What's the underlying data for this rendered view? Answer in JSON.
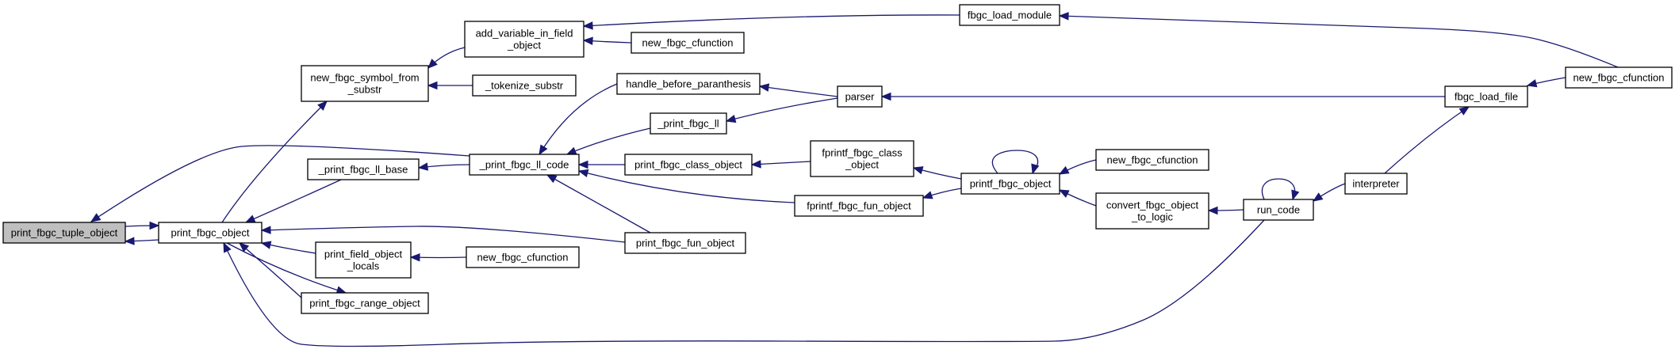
{
  "graph": {
    "edge_color": "#191970",
    "node_fill": "#ffffff",
    "highlight_fill": "#bfbfbf",
    "nodes": [
      {
        "id": "n_tuple",
        "lines": [
          "print_fbgc_tuple_object"
        ],
        "highlight": true
      },
      {
        "id": "n_print_obj",
        "lines": [
          "print_fbgc_object"
        ]
      },
      {
        "id": "n_new_sym",
        "lines": [
          "new_fbgc_symbol_from",
          "_substr"
        ]
      },
      {
        "id": "n_ll_base",
        "lines": [
          "_print_fbgc_ll_base"
        ]
      },
      {
        "id": "n_field_locals",
        "lines": [
          "print_field_object",
          "_locals"
        ]
      },
      {
        "id": "n_range",
        "lines": [
          "print_fbgc_range_object"
        ]
      },
      {
        "id": "n_add_var",
        "lines": [
          "add_variable_in_field",
          "_object"
        ]
      },
      {
        "id": "n_tokenize",
        "lines": [
          "_tokenize_substr"
        ]
      },
      {
        "id": "n_ll_code",
        "lines": [
          "_print_fbgc_ll_code"
        ]
      },
      {
        "id": "n_new_cf_1",
        "lines": [
          "new_fbgc_cfunction"
        ]
      },
      {
        "id": "n_new_cf_2",
        "lines": [
          "new_fbgc_cfunction"
        ]
      },
      {
        "id": "n_handle",
        "lines": [
          "handle_before_paranthesis"
        ]
      },
      {
        "id": "n_print_ll",
        "lines": [
          "_print_fbgc_ll"
        ]
      },
      {
        "id": "n_class_obj",
        "lines": [
          "print_fbgc_class_object"
        ]
      },
      {
        "id": "n_fun_obj",
        "lines": [
          "print_fbgc_fun_object"
        ]
      },
      {
        "id": "n_fprintf_class",
        "lines": [
          "fprintf_fbgc_class",
          "_object"
        ]
      },
      {
        "id": "n_fprintf_fun",
        "lines": [
          "fprintf_fbgc_fun_object"
        ]
      },
      {
        "id": "n_parser",
        "lines": [
          "parser"
        ]
      },
      {
        "id": "n_printf_obj",
        "lines": [
          "printf_fbgc_object"
        ]
      },
      {
        "id": "n_load_module",
        "lines": [
          "fbgc_load_module"
        ]
      },
      {
        "id": "n_new_cf_3",
        "lines": [
          "new_fbgc_cfunction"
        ]
      },
      {
        "id": "n_convert",
        "lines": [
          "convert_fbgc_object",
          "_to_logic"
        ]
      },
      {
        "id": "n_run_code",
        "lines": [
          "run_code"
        ]
      },
      {
        "id": "n_interpreter",
        "lines": [
          "interpreter"
        ]
      },
      {
        "id": "n_load_file",
        "lines": [
          "fbgc_load_file"
        ]
      },
      {
        "id": "n_new_cf_4",
        "lines": [
          "new_fbgc_cfunction"
        ]
      }
    ],
    "edges": [
      {
        "from": "n_print_obj",
        "to": "n_tuple"
      },
      {
        "from": "n_tuple",
        "to": "n_print_obj"
      },
      {
        "from": "n_ll_code",
        "to": "n_tuple"
      },
      {
        "from": "n_print_obj",
        "to": "n_new_sym"
      },
      {
        "from": "n_ll_base",
        "to": "n_print_obj"
      },
      {
        "from": "n_field_locals",
        "to": "n_print_obj"
      },
      {
        "from": "n_range",
        "to": "n_print_obj"
      },
      {
        "from": "n_print_obj",
        "to": "n_range"
      },
      {
        "from": "n_fun_obj",
        "to": "n_print_obj"
      },
      {
        "from": "n_run_code",
        "to": "n_print_obj"
      },
      {
        "from": "n_add_var",
        "to": "n_new_sym"
      },
      {
        "from": "n_tokenize",
        "to": "n_new_sym"
      },
      {
        "from": "n_ll_code",
        "to": "n_ll_base"
      },
      {
        "from": "n_new_cf_2",
        "to": "n_field_locals"
      },
      {
        "from": "n_new_cf_1",
        "to": "n_add_var"
      },
      {
        "from": "n_load_module",
        "to": "n_add_var"
      },
      {
        "from": "n_handle",
        "to": "n_ll_code"
      },
      {
        "from": "n_print_ll",
        "to": "n_ll_code"
      },
      {
        "from": "n_class_obj",
        "to": "n_ll_code"
      },
      {
        "from": "n_fprintf_fun",
        "to": "n_ll_code"
      },
      {
        "from": "n_fun_obj",
        "to": "n_ll_code"
      },
      {
        "from": "n_parser",
        "to": "n_handle"
      },
      {
        "from": "n_parser",
        "to": "n_print_ll"
      },
      {
        "from": "n_fprintf_class",
        "to": "n_class_obj"
      },
      {
        "from": "n_printf_obj",
        "to": "n_fprintf_class"
      },
      {
        "from": "n_printf_obj",
        "to": "n_fprintf_fun"
      },
      {
        "from": "n_load_file",
        "to": "n_parser"
      },
      {
        "from": "n_printf_obj",
        "to": "n_printf_obj"
      },
      {
        "from": "n_new_cf_3",
        "to": "n_printf_obj"
      },
      {
        "from": "n_convert",
        "to": "n_printf_obj"
      },
      {
        "from": "n_new_cf_4",
        "to": "n_load_module"
      },
      {
        "from": "n_run_code",
        "to": "n_convert"
      },
      {
        "from": "n_run_code",
        "to": "n_run_code"
      },
      {
        "from": "n_interpreter",
        "to": "n_run_code"
      },
      {
        "from": "n_interpreter",
        "to": "n_load_file"
      },
      {
        "from": "n_new_cf_4",
        "to": "n_load_file"
      }
    ]
  }
}
